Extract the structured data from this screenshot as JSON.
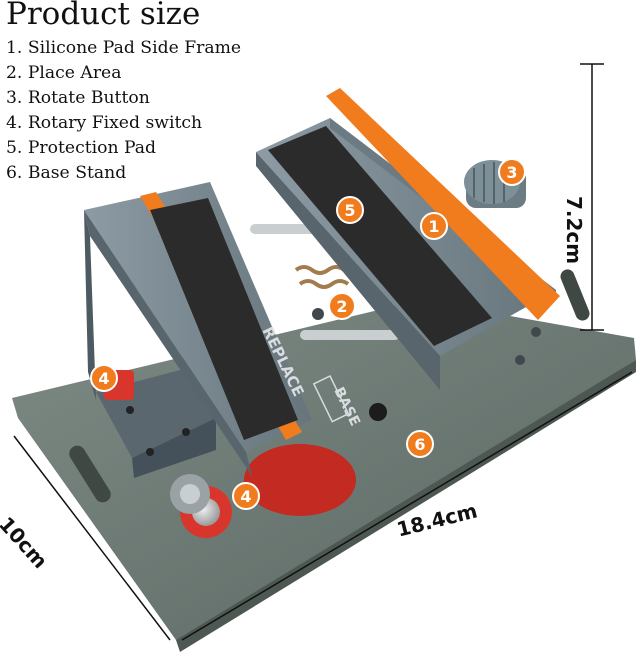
{
  "title": "Product size",
  "legend": [
    "1. Silicone Pad Side Frame",
    "2. Place Area",
    "3. Rotate Button",
    "4. Rotary Fixed switch",
    "5. Protection Pad",
    "6. Base Stand"
  ],
  "callouts": [
    "1",
    "2",
    "3",
    "4",
    "4",
    "5",
    "6"
  ],
  "dimensions": {
    "width": "18.4cm",
    "depth": "10cm",
    "height": "7.2cm"
  },
  "product_label": {
    "line1": "REPLACE",
    "line2": "BASE"
  },
  "colors": {
    "base": "#6d7a74",
    "frame": "#7d8b94",
    "pad": "#2b2b2b",
    "silicone": "#f07c1e",
    "badge": "#f07c1e",
    "knob": "#d8362c"
  }
}
